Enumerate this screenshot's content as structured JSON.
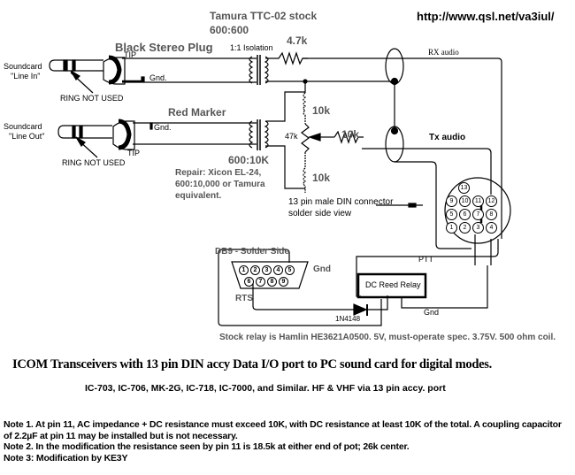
{
  "header": {
    "transformer_model": "Tamura TTC-02 stock",
    "transformer_ratio": "600:600",
    "url": "http://www.qsl.net/va3iul/"
  },
  "input_section": {
    "plug_label": "Black Stereo Plug",
    "tip_label": "TIP",
    "soundcard_label_1": "Soundcard",
    "soundcard_label_2": "\"Line In\"",
    "gnd_label": "Gnd.",
    "ring_label": "RING NOT USED",
    "isolation_label": "1:1 Isolation",
    "resistor_value": "4.7k",
    "rx_label": "RX audio"
  },
  "output_section": {
    "marker_label": "Red Marker",
    "soundcard_label_1": "Soundcard",
    "soundcard_label_2": "\"Line Out\"",
    "gnd_label": "Gnd.",
    "tip_label": "TIP",
    "ring_label": "RING NOT USED",
    "transformer_ratio": "600:10K",
    "repair_note_1": "Repair: Xicon EL-24,",
    "repair_note_2": "600:10,000 or Tamura",
    "repair_note_3": "equivalent.",
    "resistor_top": "10k",
    "resistor_bottom": "10k",
    "pot_value": "47k",
    "series_resistor": "10k",
    "tx_label": "Tx audio"
  },
  "din_connector": {
    "caption_1": "13 pin male DIN connector",
    "caption_2": "solder side view",
    "pins": [
      "13",
      "9",
      "10",
      "11",
      "12",
      "5",
      "6",
      "7",
      "8",
      "1",
      "2",
      "3",
      "4"
    ]
  },
  "db9": {
    "title": "DB9 - Solder Side",
    "top_pins": [
      "1",
      "2",
      "3",
      "4",
      "5"
    ],
    "bottom_pins": [
      "6",
      "7",
      "8",
      "9"
    ],
    "gnd_label": "Gnd",
    "rts_label": "RTS"
  },
  "relay": {
    "label": "DC Reed Relay",
    "ptt_label": "PTT",
    "gnd_label": "Gnd",
    "diode_label": "1N4148",
    "note": "Stock relay is Hamlin HE3621A0500. 5V, must-operate spec. 3.75V. 500 ohm coil."
  },
  "title": {
    "main": "ICOM Transceivers with 13 pin DIN accy Data I/O port to PC sound card for digital modes.",
    "sub": "IC-703, IC-706, MK-2G, IC-718, IC-7000, and Similar. HF & VHF via 13 pin accy. port"
  },
  "notes": [
    "Note 1. At pin 11, AC impedance + DC resistance must exceed 10K, with DC resistance at least 10K of the total. A coupling capacitor of 2.2µF at pin 11 may be installed but is not necessary.",
    "Note 2. In the modification the resistance seen by pin 11 is 18.5k at either end of pot; 26k center.",
    "Note 3: Modification by KE3Y"
  ]
}
